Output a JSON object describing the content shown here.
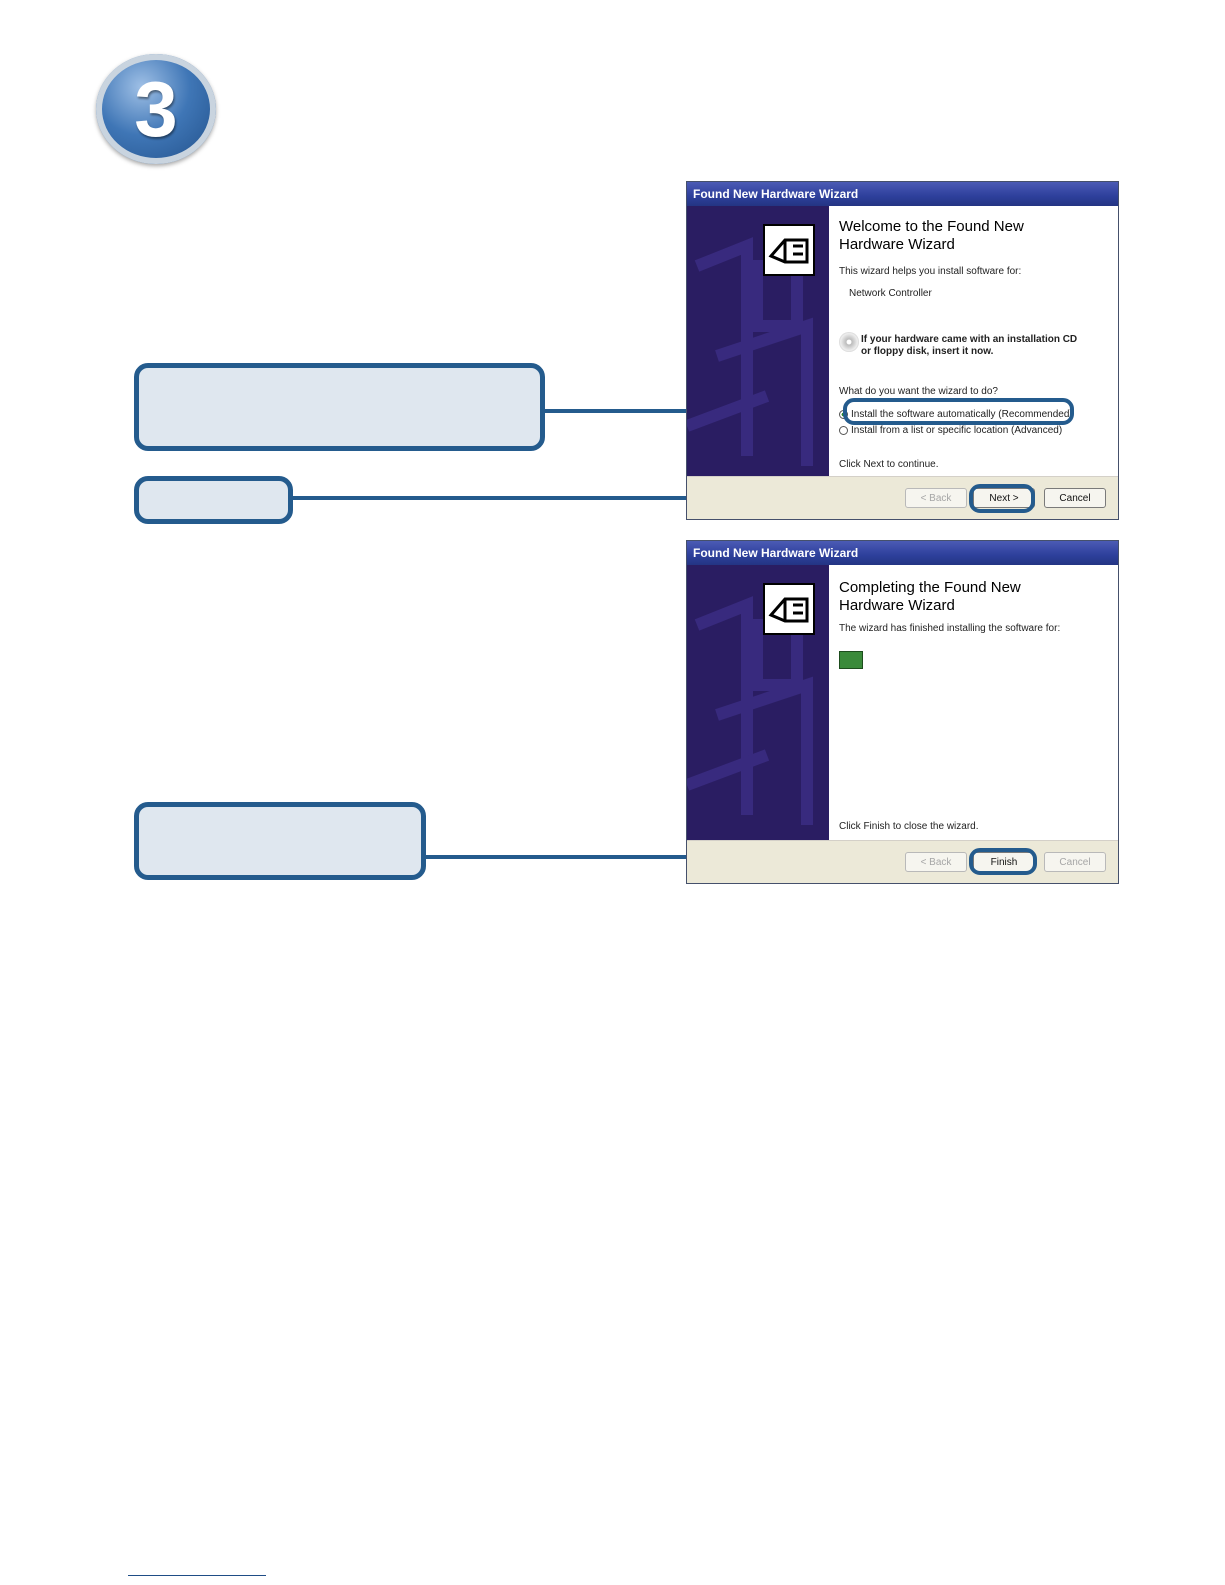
{
  "step": {
    "number": "3"
  },
  "dialog1": {
    "title": "Found New Hardware Wizard",
    "heading_line1": "Welcome to the Found New",
    "heading_line2": "Hardware Wizard",
    "intro": "This wizard helps you install software for:",
    "device": "Network Controller",
    "cd_line1": "If your hardware came with an installation CD",
    "cd_line2": "or floppy disk, insert it now.",
    "question": "What do you want the wizard to do?",
    "option1": "Install the software automatically (Recommended)",
    "option2": "Install from a list or specific location (Advanced)",
    "continue": "Click Next to continue.",
    "btn_back": "< Back",
    "btn_next": "Next >",
    "btn_cancel": "Cancel"
  },
  "dialog2": {
    "title": "Found New Hardware Wizard",
    "heading_line1": "Completing the Found New",
    "heading_line2": "Hardware Wizard",
    "finished": "The wizard has finished installing the software for:",
    "close": "Click Finish to close the wizard.",
    "btn_back": "< Back",
    "btn_finish": "Finish",
    "btn_cancel": "Cancel"
  },
  "colors": {
    "accent": "#245b8d",
    "callout_fill": "#dfe7ef",
    "titlebar": "#2d3f9b",
    "wizard_panel": "#2a1d62"
  },
  "icons": [
    "hardware-wizard-icon",
    "cd-drive-icon",
    "network-card-icon",
    "radio-icon"
  ]
}
